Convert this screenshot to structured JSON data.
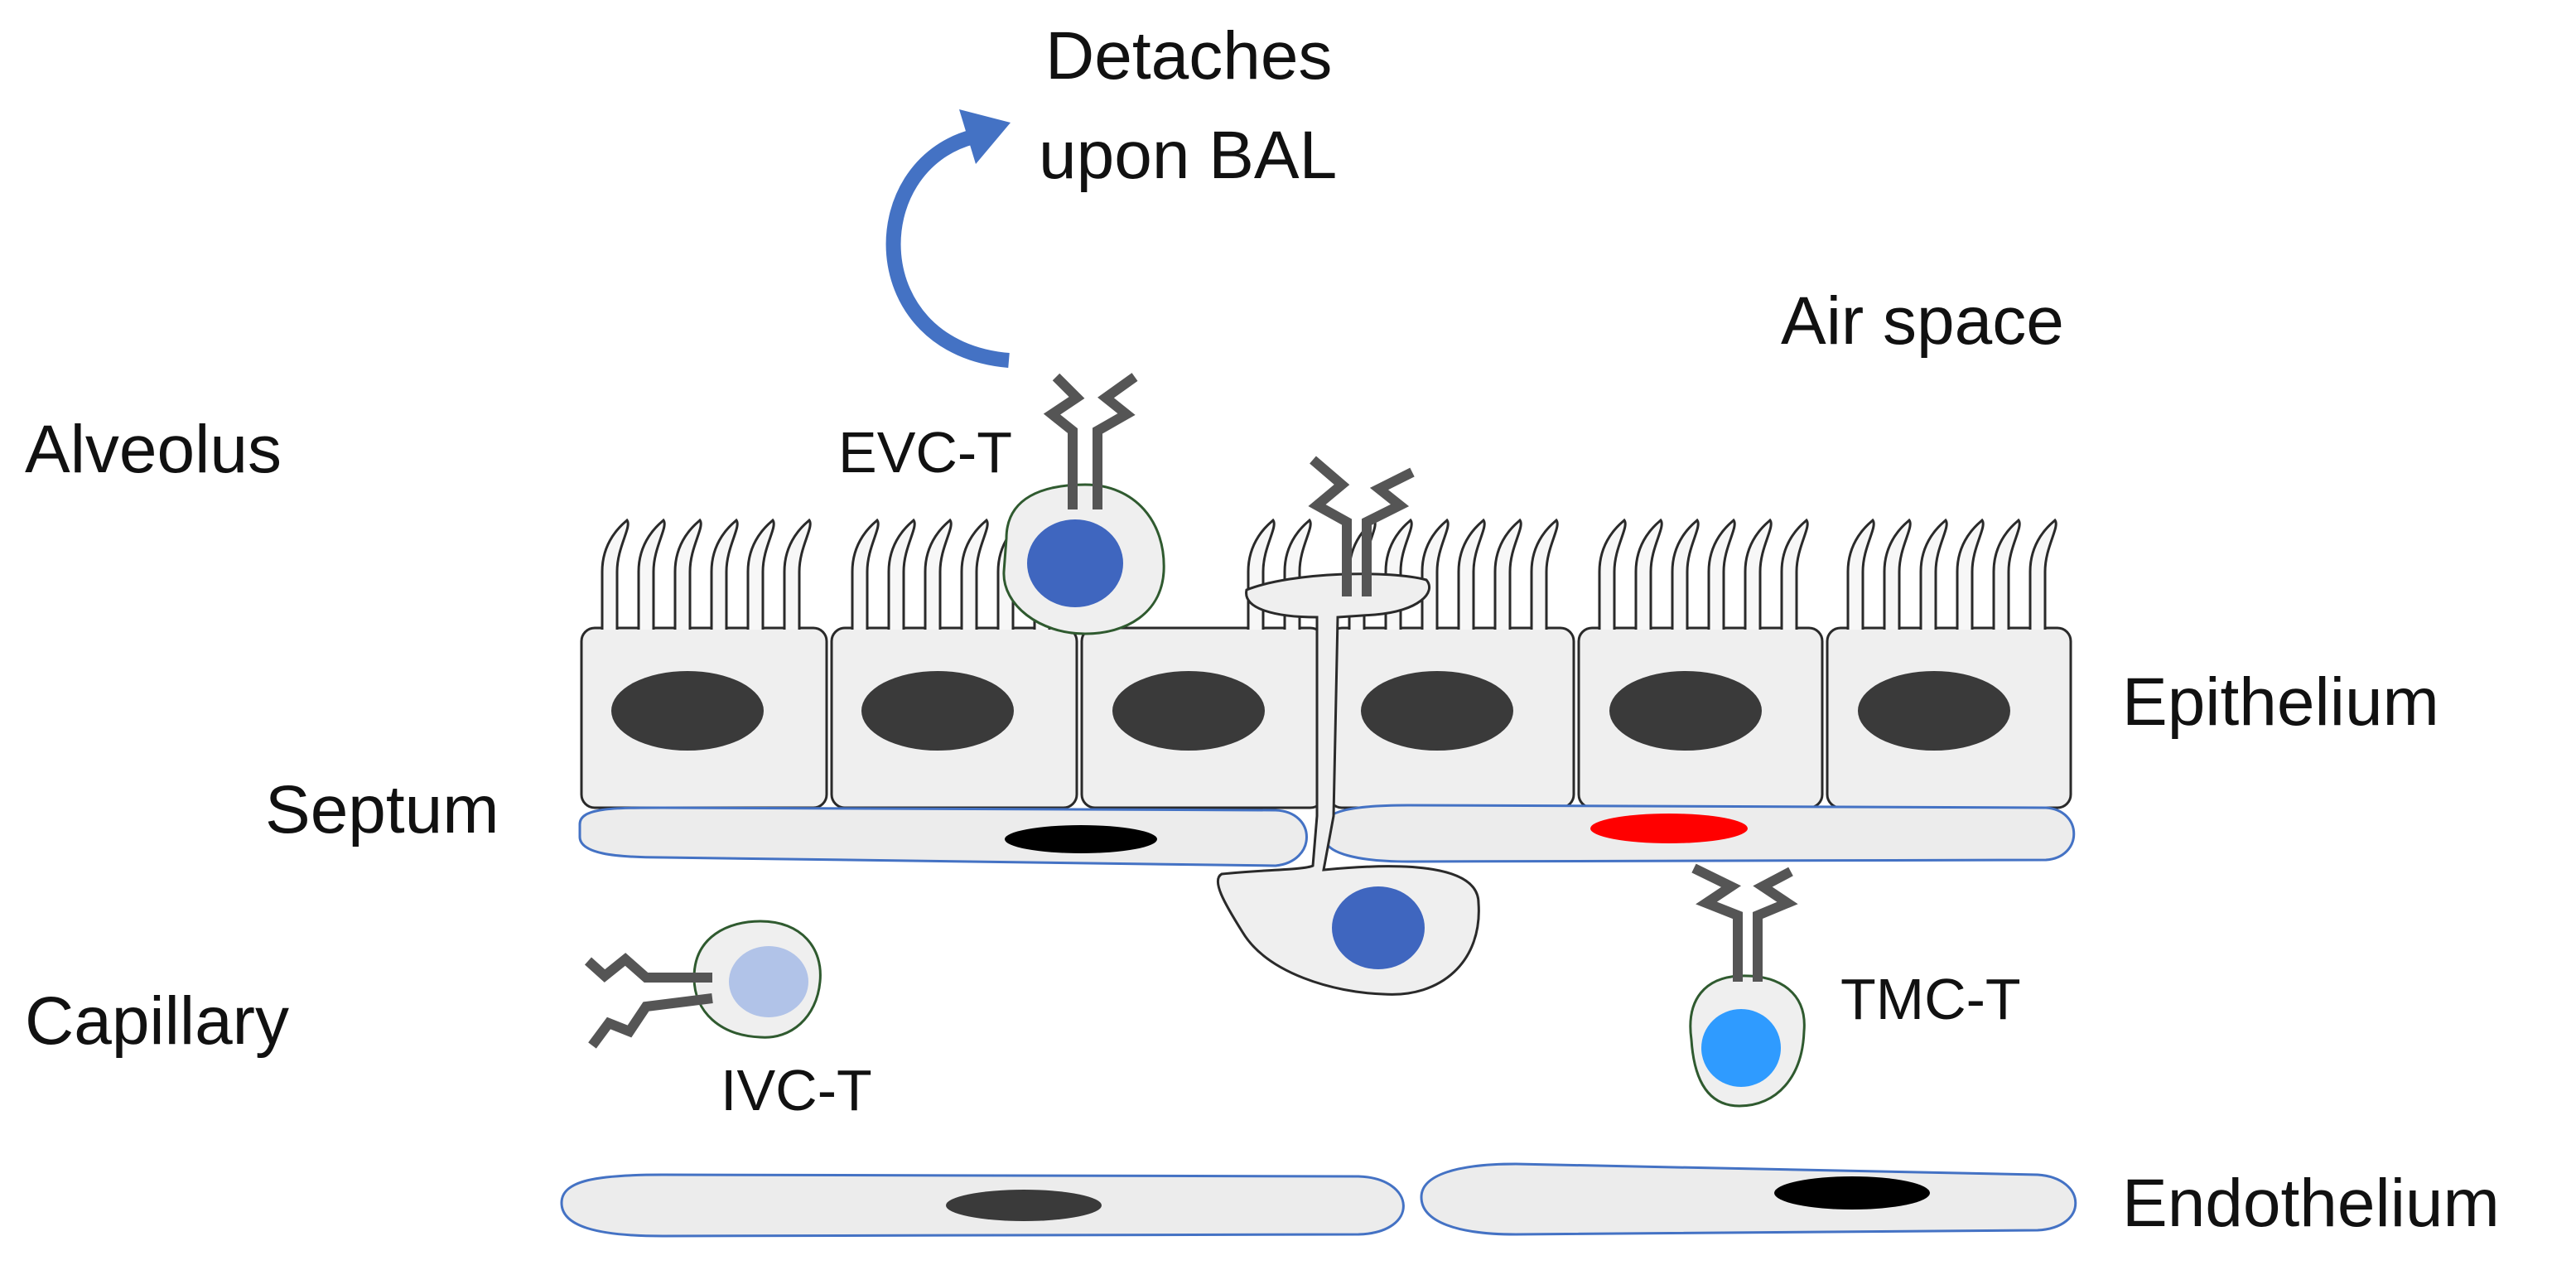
{
  "labels": {
    "detaches_line1": "Detaches",
    "detaches_line2": "upon BAL",
    "air_space": "Air space",
    "alveolus": "Alveolus",
    "evc_t": "EVC-T",
    "epithelium": "Epithelium",
    "septum": "Septum",
    "capillary": "Capillary",
    "ivc_t": "IVC-T",
    "tmc_t": "TMC-T",
    "endothelium": "Endothelium"
  },
  "colors": {
    "arrow": "#4472C4",
    "nucleus_dark": "#3a3a3a",
    "nucleus_black": "#000000",
    "nucleus_red": "#ff0000",
    "nucleus_blue": "#3f66bf",
    "nucleus_light_blue": "#2f9bff",
    "nucleus_pale_blue": "#b1c3e8",
    "cell_fill": "#efefef",
    "tcell_border": "#2f5a2f",
    "membrane_border": "#4472C4",
    "receptor": "#555555"
  }
}
